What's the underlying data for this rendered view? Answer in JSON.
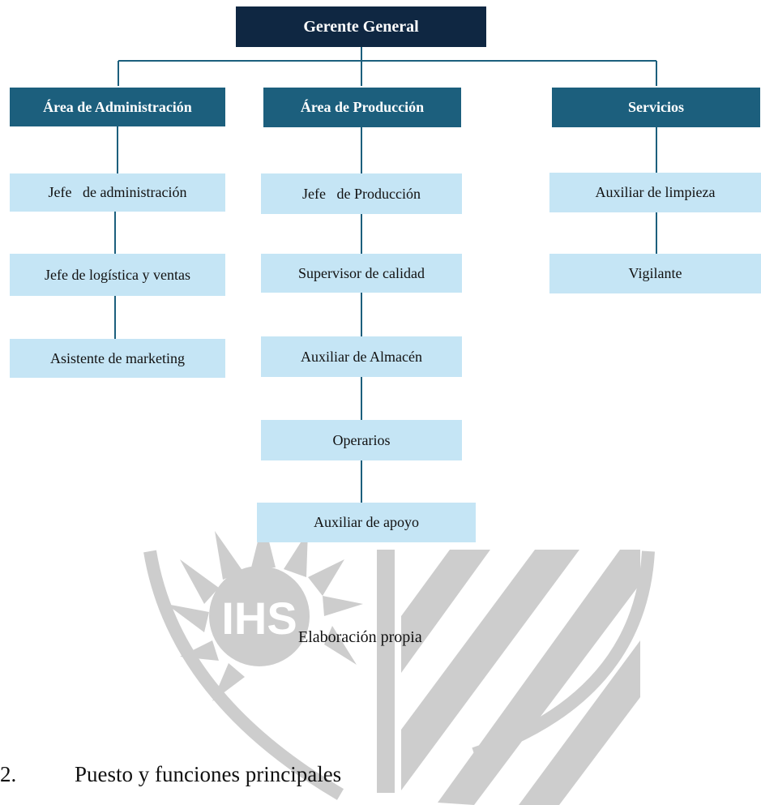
{
  "org_chart": {
    "top": "Gerente General",
    "areas": [
      {
        "title": "Área de Administración",
        "roles": [
          "Jefe   de administración",
          "Jefe de logística y ventas",
          "Asistente de marketing"
        ]
      },
      {
        "title": "Área de Producción",
        "roles": [
          "Jefe   de Producción",
          "Supervisor de calidad",
          "Auxiliar de Almacén",
          "Operarios",
          "Auxiliar de apoyo"
        ]
      },
      {
        "title": "Servicios",
        "roles": [
          "Auxiliar de limpieza",
          "Vigilante"
        ]
      }
    ]
  },
  "watermark": {
    "logo_text": "IHS",
    "color": "#c8c8c8"
  },
  "caption": "Elaboración propia",
  "section": {
    "number": "2.",
    "title": "Puesto y funciones principales"
  },
  "colors": {
    "top_box": "#0f2742",
    "area_box": "#1c5f7d",
    "role_box": "#c5e5f5",
    "connector": "#1c5f7d"
  }
}
